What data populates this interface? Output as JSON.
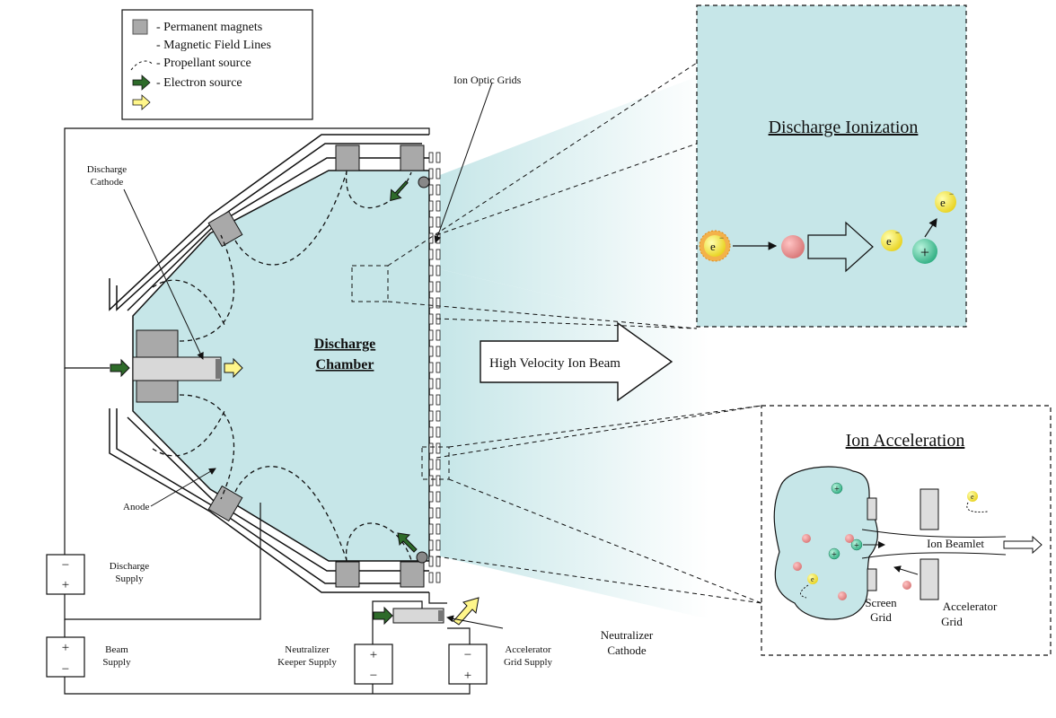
{
  "legend": {
    "magnets": "- Permanent magnets",
    "field_lines": "- Magnetic Field Lines",
    "propellant": "- Propellant source",
    "electron": "- Electron source"
  },
  "labels": {
    "discharge_cathode_1": "Discharge",
    "discharge_cathode_2": "Cathode",
    "ion_optic_grids": "Ion Optic Grids",
    "chamber_1": "Discharge",
    "chamber_2": "Chamber",
    "ion_beam": "High Velocity Ion Beam",
    "anode": "Anode",
    "discharge_supply_1": "Discharge",
    "discharge_supply_2": "Supply",
    "beam_supply_1": "Beam",
    "beam_supply_2": "Supply",
    "keeper_supply_1": "Neutralizer",
    "keeper_supply_2": "Keeper Supply",
    "accel_supply_1": "Accelerator",
    "accel_supply_2": "Grid Supply",
    "neutralizer_1": "Neutralizer",
    "neutralizer_2": "Cathode"
  },
  "inset_ionization": {
    "title": "Discharge Ionization",
    "electron": "e",
    "minus": "−",
    "plus": "+"
  },
  "inset_acceleration": {
    "title": "Ion Acceleration",
    "beamlet": "Ion Beamlet",
    "screen_1": "Screen",
    "screen_2": "Grid",
    "accel_1": "Accelerator",
    "accel_2": "Grid",
    "electron": "e",
    "minus": "−",
    "plus": "+"
  },
  "supply_signs": {
    "plus": "+",
    "minus": "−"
  },
  "colors": {
    "plasma": "#c6e6e8",
    "magnet": "#a9a9a9",
    "electron_arrow": "#2e6b2a",
    "propellant_arrow": "#fff68a",
    "electron_particle": "#f2e52e",
    "ion": "#3fbf94",
    "neutral": "#e28b8b"
  }
}
